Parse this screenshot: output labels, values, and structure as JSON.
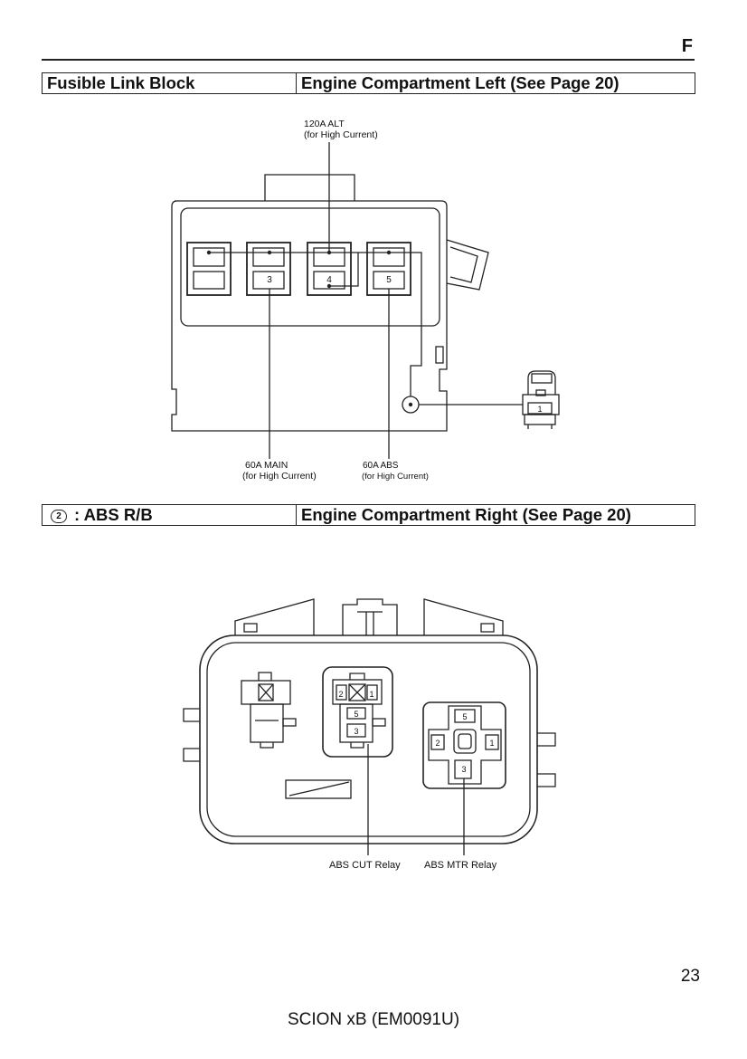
{
  "page": {
    "section_letter": "F",
    "page_number": "23",
    "footer": "SCION xB (EM0091U)"
  },
  "header1": {
    "left": "Fusible Link Block",
    "right": "Engine Compartment Left (See Page 20)"
  },
  "header2": {
    "badge": "2",
    "left": ": ABS R/B",
    "right": "Engine Compartment Right (See Page 20)"
  },
  "fusible_link_block": {
    "callouts": {
      "alt_line1": "120A ALT",
      "alt_line2": "(for High Current)",
      "main_line1": "60A MAIN",
      "main_line2": "(for High Current)",
      "abs_line1": "60A ABS",
      "abs_line2": "(for High Current)"
    },
    "slot_numbers": [
      "3",
      "4",
      "5"
    ],
    "connector_pin": "1"
  },
  "abs_relay_block": {
    "callouts": {
      "abs_cut_relay": "ABS CUT Relay",
      "abs_mtr_relay": "ABS MTR Relay"
    },
    "cut_relay_pins": [
      "2",
      "1",
      "5",
      "3"
    ],
    "mtr_relay_pins": [
      "5",
      "2",
      "1",
      "3"
    ]
  }
}
